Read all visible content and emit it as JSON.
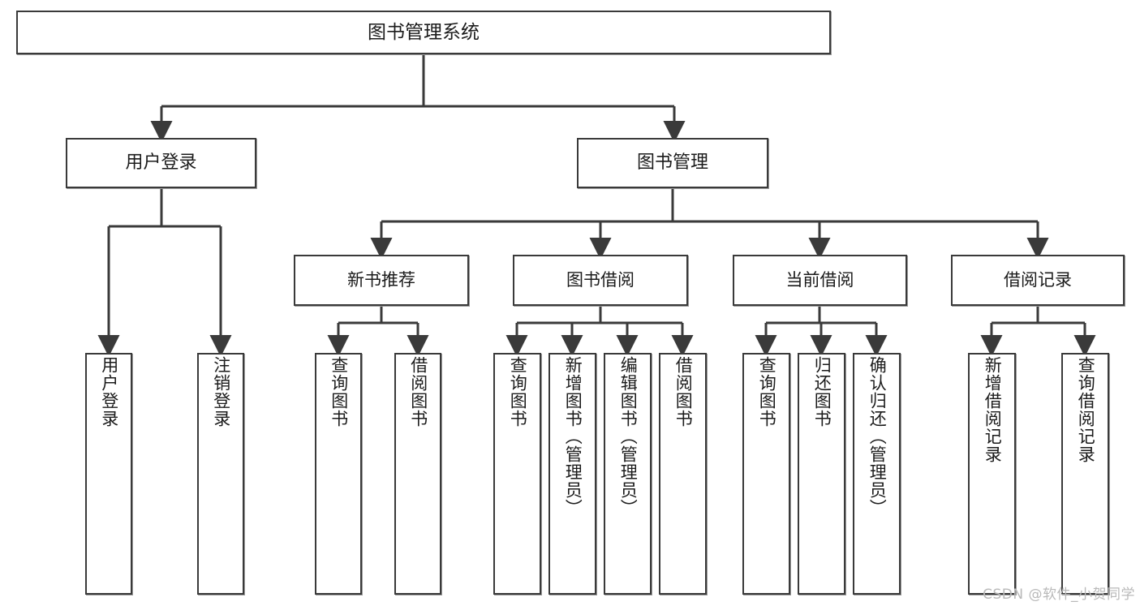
{
  "diagram": {
    "title": "图书管理系统",
    "watermark": "CSDN @软件_小贺同学",
    "colors": {
      "stroke": "#3a3a3a",
      "fill": "#ffffff",
      "text": "#1b1b1b",
      "watermark": "#b9b9b9"
    },
    "root": {
      "label": "图书管理系统"
    },
    "level2": [
      {
        "label": "用户登录"
      },
      {
        "label": "图书管理"
      }
    ],
    "level3": [
      {
        "label": "新书推荐"
      },
      {
        "label": "图书借阅"
      },
      {
        "label": "当前借阅"
      },
      {
        "label": "借阅记录"
      }
    ],
    "leaves": {
      "user_login": [
        {
          "label": "用户登录"
        },
        {
          "label": "注销登录"
        }
      ],
      "new_book": [
        {
          "label": "查询图书"
        },
        {
          "label": "借阅图书"
        }
      ],
      "book_borrow": [
        {
          "label": "查询图书"
        },
        {
          "label": "新增图书（管理员）"
        },
        {
          "label": "编辑图书（管理员）"
        },
        {
          "label": "借阅图书"
        }
      ],
      "current_borrow": [
        {
          "label": "查询图书"
        },
        {
          "label": "归还图书"
        },
        {
          "label": "确认归还（管理员）"
        }
      ],
      "borrow_record": [
        {
          "label": "新增借阅记录"
        },
        {
          "label": "查询借阅记录"
        }
      ]
    }
  }
}
